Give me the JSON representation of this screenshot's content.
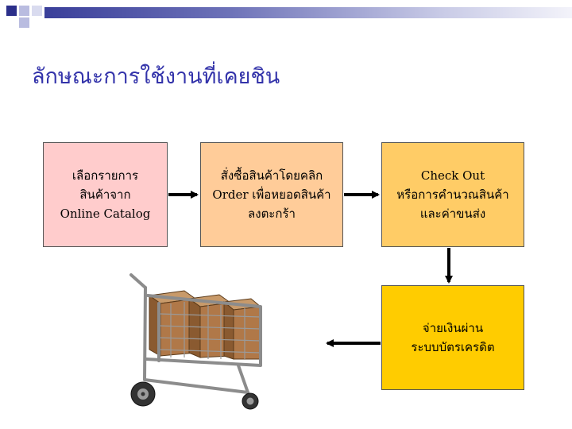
{
  "slide": {
    "title": "ลักษณะการใช้งานที่เคยชิน"
  },
  "flow": {
    "steps": [
      {
        "lines": [
          "เลือกรายการ",
          "สินค้าจาก",
          "Online Catalog"
        ],
        "color": "#ffcccc"
      },
      {
        "lines": [
          "สั่งซื้อสินค้าโดยคลิก",
          "Order เพื่อหยอดสินค้า",
          "ลงตะกร้า"
        ],
        "color": "#ffcc99"
      },
      {
        "lines": [
          "Check Out",
          "หรือการคำนวณสินค้า",
          "และค่าขนส่ง"
        ],
        "color": "#ffcc66"
      },
      {
        "lines": [
          "จ่ายเงินผ่าน",
          "ระบบบัตรเครดิต"
        ],
        "color": "#ffcc00"
      }
    ]
  },
  "icons": {
    "cart": "shopping-cart-icon"
  },
  "colors": {
    "title": "#3333aa",
    "accent_bar": "#3a3f9a"
  }
}
